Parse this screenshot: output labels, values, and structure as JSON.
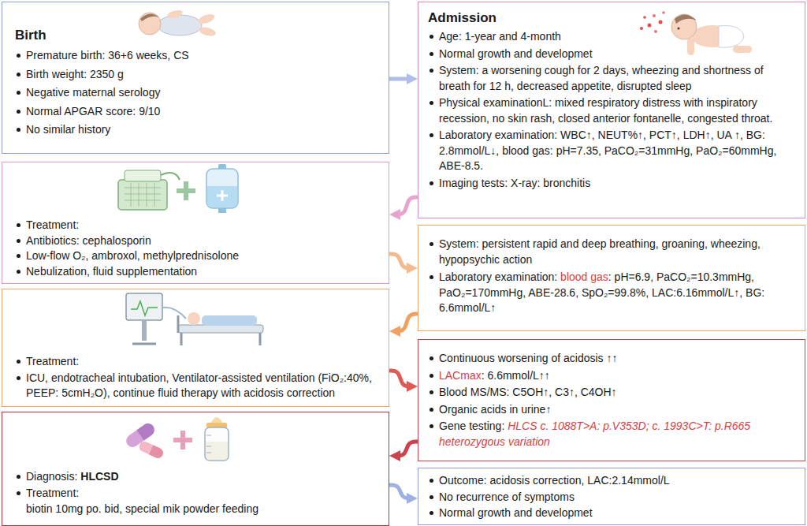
{
  "diagram": {
    "nodes": [
      {
        "text": [
          "Birth",
          "Premature birth: 36+6 weeks, CS",
          "Birth weight: 2350 g",
          "Negative maternal serology",
          "Normal APGAR score: 9/10",
          "No similar history"
        ]
      },
      {
        "text": [
          "Admission",
          "Age: 1-year and 4-month",
          "Normal growth and developmet",
          "System: a worsening cough for 2 days, wheezing and shortness of breath for 12 h, decreased appetite, disrupted sleep",
          "Physical examinationL: mixed respiratory distress with inspiratory recession, no skin rash, closed anterior fontanelle, congested throat.",
          "Laboratory examination: WBC↑, NEUT%↑, PCT↑, LDH↑, UA ↑, BG: 2.8mmol/L↓, blood gas: pH=7.35, PaCO₂=31mmHg, PaO₂=60mmHg, ABE-8.5.",
          "Imaging tests: X-ray: bronchitis"
        ]
      },
      {
        "text": [
          "Treatment:",
          "Antibiotics: cephalosporin",
          "Low-flow O₂, ambroxol, methylprednisolone",
          "Nebulization, fluid supplementation"
        ]
      },
      {
        "text": [
          "System: persistent rapid and deep breathing, groaning, wheezing, hypopsychic action",
          "Laboratory examination:",
          "blood gas",
          ": pH=6.9, PaCO₂=10.3mmHg, PaO₂=170mmHg, ABE-28.6, SpO₂=99.8%, LAC:6.16mmol/L↑, BG: 6.6mmol/L↑"
        ]
      },
      {
        "text": [
          "Treatment:",
          "ICU, endotracheal intubation, Ventilator-assisted ventilation (FiO₂:40%, PEEP: 5cmH₂O), continue fluid therapy with acidosis correction"
        ]
      },
      {
        "text": [
          "Continuous worsening of acidosis ↑↑",
          "LACmax",
          ": 6.6mmol/L↑↑",
          "Blood MS/MS: C5OH↑, C3↑, C4OH↑",
          "Organic acids in urine↑",
          "Gene testing:",
          "HLCS c. 1088T>A: p.V353D; c. 1993C>T: p.R665 heterozygous variation"
        ]
      },
      {
        "text": [
          "Diagnosis:",
          "HLCSD",
          "Treatment:",
          "biotin 10mg po. bid, special mik powder feeding"
        ]
      },
      {
        "text": [
          "Outcome: acidosis correction, LAC:2.14mmol/L",
          "No recurrence of symptoms",
          "Normal growth and developmet"
        ]
      }
    ],
    "edges": [
      {
        "from": 0,
        "to": 1,
        "arrow": "to"
      },
      {
        "from": 1,
        "to": 2,
        "arrow": "to"
      },
      {
        "from": 2,
        "to": 3,
        "arrow": "to"
      },
      {
        "from": 3,
        "to": 4,
        "arrow": "to"
      },
      {
        "from": 4,
        "to": 5,
        "arrow": "to"
      },
      {
        "from": 5,
        "to": 6,
        "arrow": "to"
      },
      {
        "from": 6,
        "to": 7,
        "arrow": "to"
      }
    ]
  }
}
